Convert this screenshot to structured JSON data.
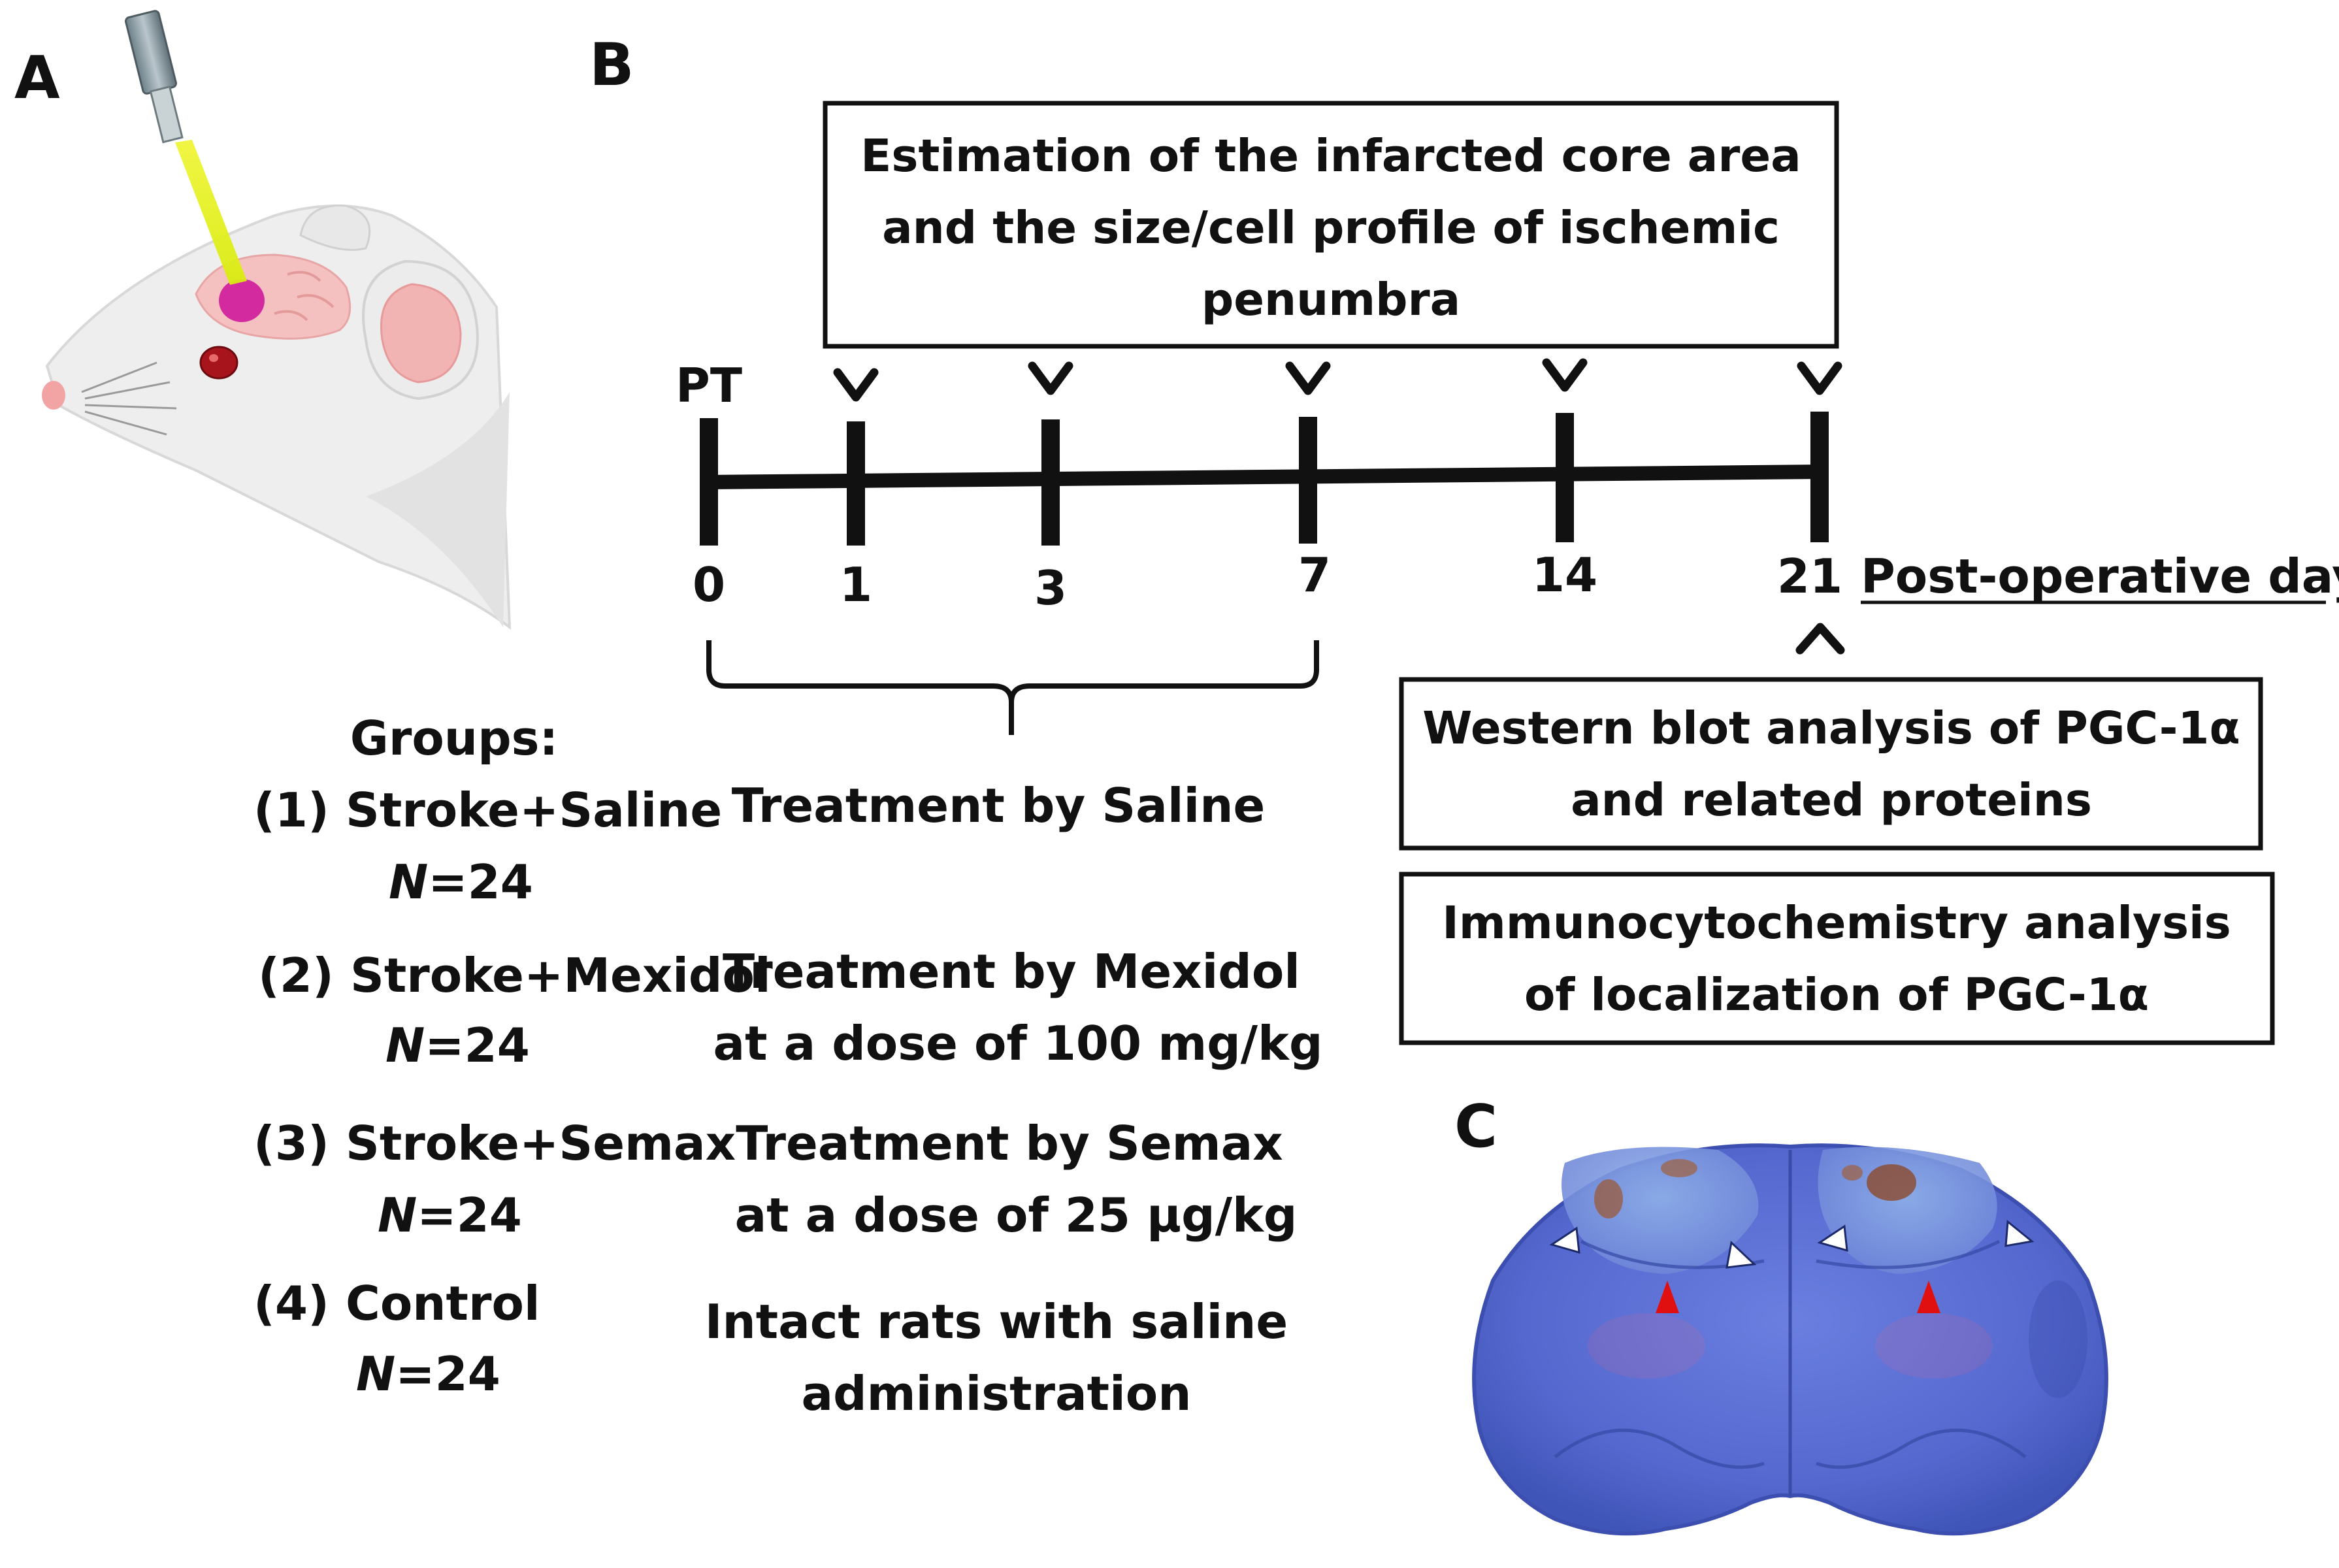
{
  "panel_labels": {
    "a": "A",
    "b": "B",
    "c": "C"
  },
  "top_box": {
    "lines": [
      "Estimation of the infarcted core area",
      "and the size/cell profile of ischemic",
      "penumbra"
    ]
  },
  "timeline": {
    "start_label": "PT",
    "days": [
      "0",
      "1",
      "3",
      "7",
      "14",
      "21"
    ],
    "axis_title": "Post-operative day"
  },
  "western_box": {
    "lines": [
      "Western blot analysis of PGC-1α",
      "and related proteins"
    ]
  },
  "immuno_box": {
    "lines": [
      "Immunocytochemistry analysis",
      "of localization of PGC-1α"
    ]
  },
  "groups_heading": "Groups:",
  "groups": [
    {
      "name": "(1) Stroke+Saline",
      "n_label": "N",
      "n_value": "=24",
      "treatment": [
        "Treatment by Saline"
      ]
    },
    {
      "name": "(2) Stroke+Mexidol",
      "n_label": "N",
      "n_value": "=24",
      "treatment": [
        "Treatment by Mexidol",
        "at a dose of 100 mg/kg"
      ]
    },
    {
      "name": "(3) Stroke+Semax",
      "n_label": "N",
      "n_value": "=24",
      "treatment": [
        "Treatment by Semax",
        "at a dose of 25 µg/kg"
      ]
    },
    {
      "name": "(4) Control",
      "n_label": "N",
      "n_value": "=24",
      "treatment": [
        "Intact rats with saline",
        "administration"
      ]
    }
  ],
  "colors": {
    "stain_blue": "#5c6fd6",
    "lesion_pink": "#f2a9a9",
    "lesion_spot": "#d6249f",
    "laser_yellow": "#e6f01e",
    "arrow_white": "#ffffff",
    "arrow_red": "#e01010"
  }
}
